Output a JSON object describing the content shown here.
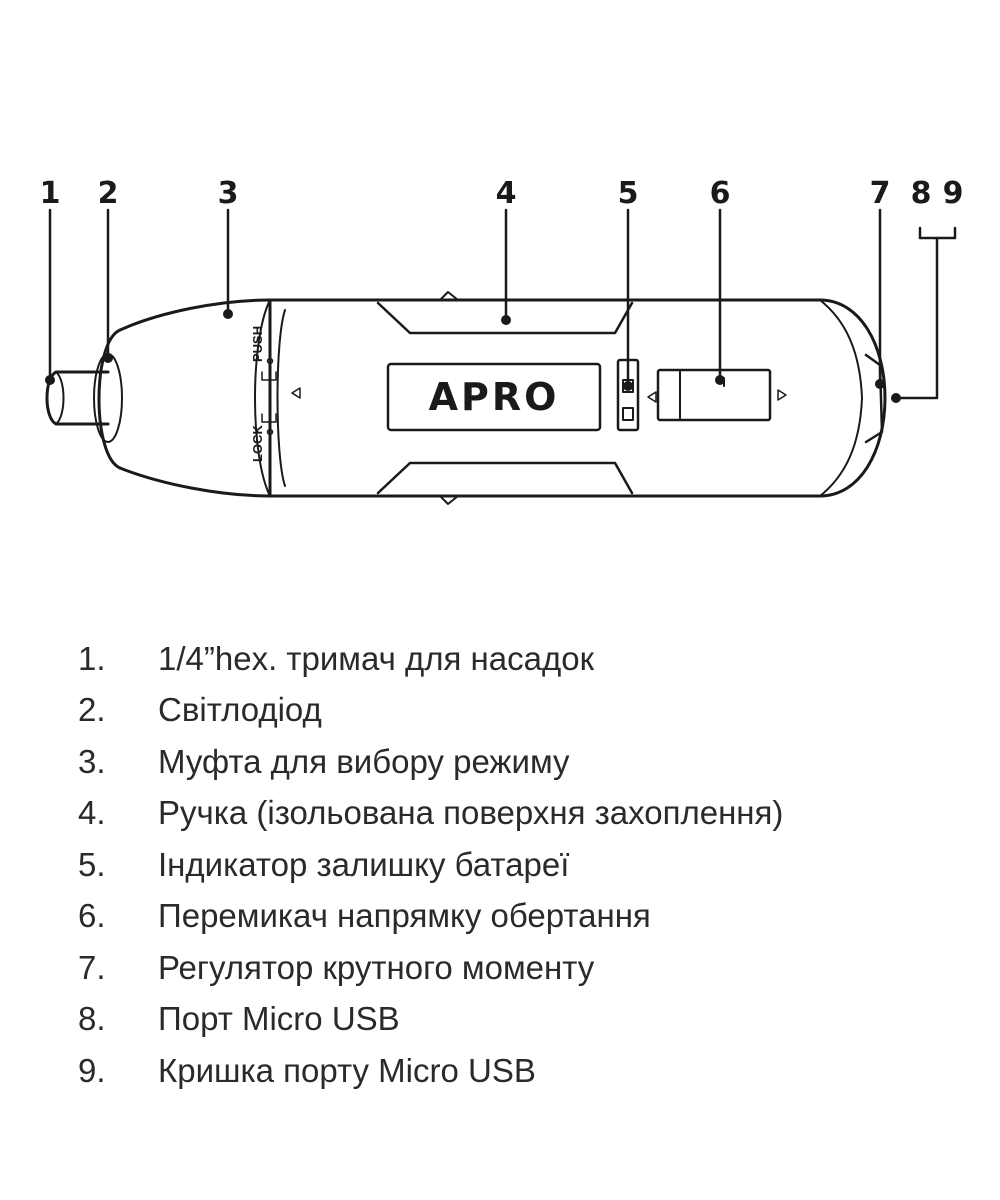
{
  "brand": "APRO",
  "mode_labels": {
    "push": "PUSH",
    "lock": "LOCK"
  },
  "callouts": [
    "1",
    "2",
    "3",
    "4",
    "5",
    "6",
    "7",
    "8",
    "9"
  ],
  "legend": [
    {
      "num": "1.",
      "text": "1/4”hex. тримач для насадок"
    },
    {
      "num": "2.",
      "text": "Світлодіод"
    },
    {
      "num": "3.",
      "text": "Муфта для вибору режиму"
    },
    {
      "num": "4.",
      "text": "Ручка (ізольована поверхня захоплення)"
    },
    {
      "num": "5.",
      "text": "Індикатор залишку батареї"
    },
    {
      "num": "6.",
      "text": "Перемикач напрямку обертання"
    },
    {
      "num": "7.",
      "text": "Регулятор крутного моменту"
    },
    {
      "num": "8.",
      "text": "Порт Micro USB"
    },
    {
      "num": "9.",
      "text": "Кришка порту Micro USB"
    }
  ]
}
